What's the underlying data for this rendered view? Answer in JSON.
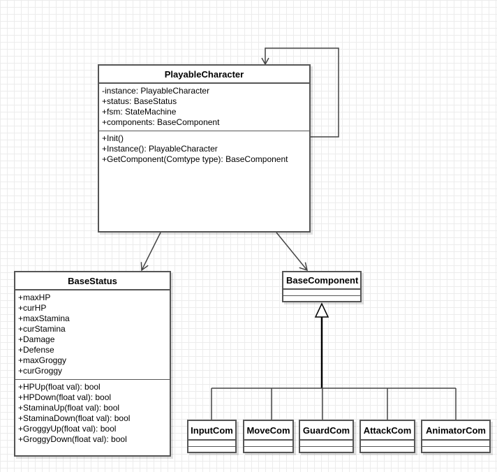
{
  "playable": {
    "name": "PlayableCharacter",
    "attributes": [
      "-instance: PlayableCharacter",
      "+status: BaseStatus",
      "+fsm: StateMachine",
      "+components: BaseComponent"
    ],
    "operations": [
      "+Init()",
      "+Instance(): PlayableCharacter",
      "+GetComponent(Comtype type): BaseComponent"
    ]
  },
  "base_status": {
    "name": "BaseStatus",
    "attributes": [
      "+maxHP",
      "+curHP",
      "+maxStamina",
      "+curStamina",
      "+Damage",
      "+Defense",
      "+maxGroggy",
      "+curGroggy"
    ],
    "operations": [
      "+HPUp(float val): bool",
      "+HPDown(float val): bool",
      "+StaminaUp(float val): bool",
      "+StaminaDown(float val): bool",
      "+GroggyUp(float val): bool",
      "+GroggyDown(float val): bool"
    ]
  },
  "base_component": {
    "name": "BaseComponent"
  },
  "subclasses": [
    "InputCom",
    "MoveCom",
    "GuardCom",
    "AttackCom",
    "AnimatorCom"
  ]
}
